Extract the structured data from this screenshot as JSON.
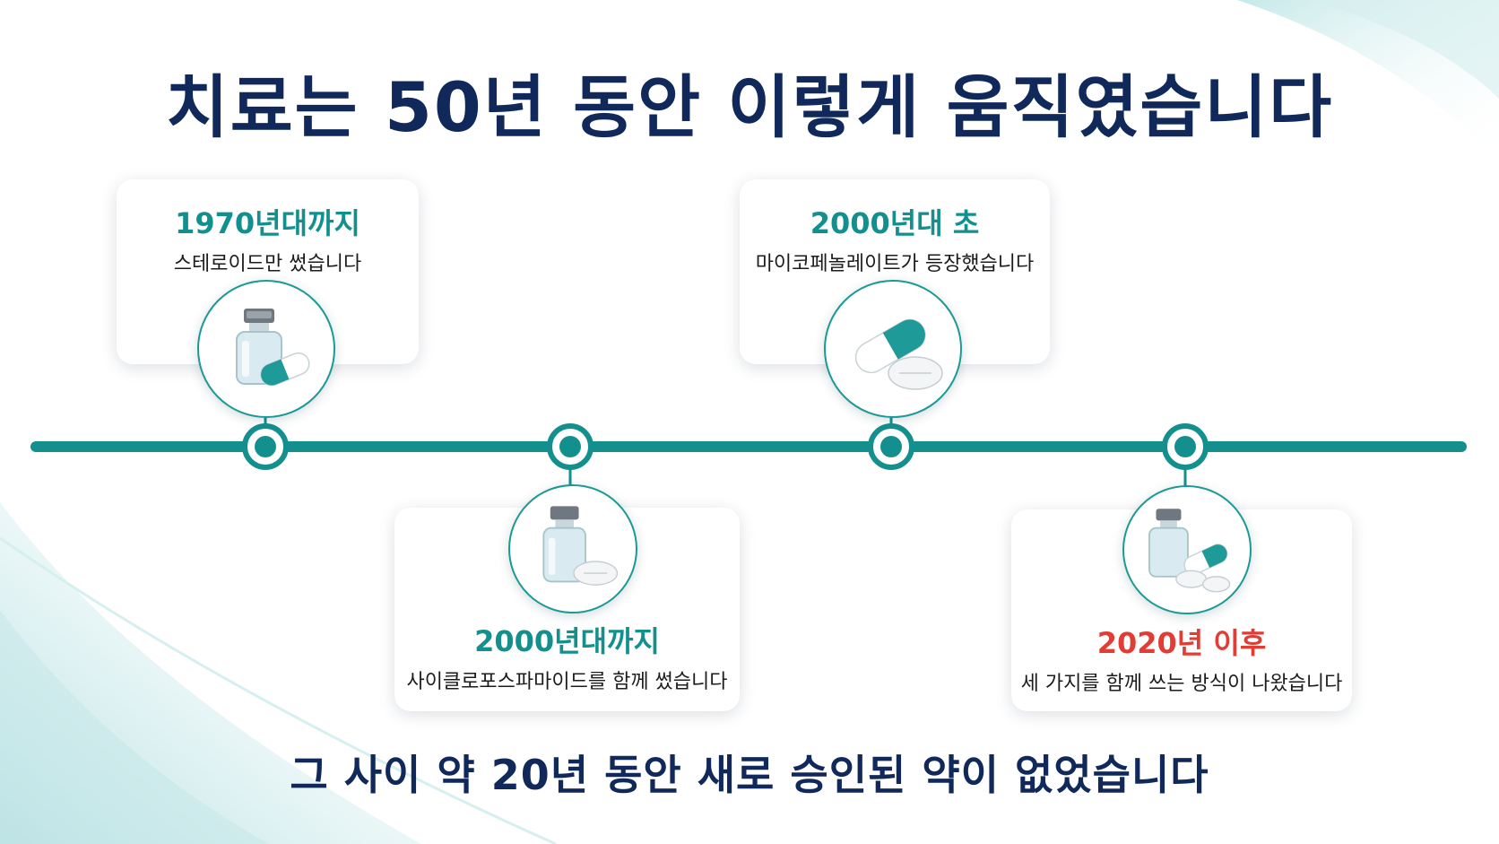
{
  "title": "치료는 50년 동안 이렇게 움직였습니다",
  "subtitle": "그 사이 약 20년 동안 새로 승인된 약이 없었습니다",
  "colors": {
    "teal": "#13908d",
    "navy": "#10295a",
    "accent": "#e23d35"
  },
  "milestones": [
    {
      "period": "1970년대까지",
      "description": "스테로이드만 썼습니다",
      "icon": "vial-and-capsule-icon"
    },
    {
      "period": "2000년대까지",
      "description": "사이클로포스파마이드를 함께 썼습니다",
      "icon": "vial-and-tablet-icon"
    },
    {
      "period": "2000년대 초",
      "description": "마이코페놀레이트가 등장했습니다",
      "icon": "capsule-and-tablet-icon"
    },
    {
      "period": "2020년 이후",
      "description": "세 가지를 함께 쓰는 방식이 나왔습니다",
      "icon": "vial-capsule-tablets-icon"
    }
  ]
}
